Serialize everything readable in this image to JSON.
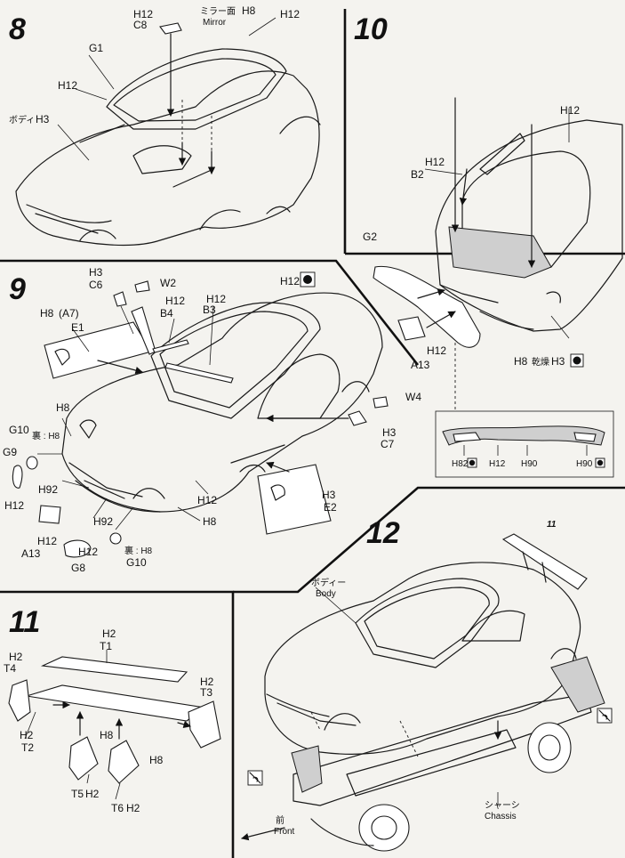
{
  "steps": {
    "s8": {
      "number": "8",
      "labels": {
        "c8": "C8",
        "c8_paint": "H12",
        "mirror_jp": "ミラー面",
        "mirror_paint": "H8",
        "mirror_en": "Mirror",
        "top_paint": "H12",
        "g1": "G1",
        "g1_paint": "H12",
        "body_jp": "ボディ",
        "body_paint": "H3"
      }
    },
    "s9": {
      "number": "9",
      "labels": {
        "c6_paint": "H3",
        "c6": "C6",
        "w2": "W2",
        "roof_paint": "H12",
        "e1_paint": "H8",
        "e1_paren": "(A7)",
        "e1": "E1",
        "b4_paint": "H12",
        "b4": "B4",
        "b3_paint": "H12",
        "b3": "B3",
        "w4": "W4",
        "c7_paint": "H3",
        "c7": "C7",
        "g10a": "G10",
        "g10a_back": "裏 : H8",
        "g9": "G9",
        "g9_paint": "H12",
        "light_paint": "H8",
        "h92a": "H92",
        "h92b": "H92",
        "e2_paint": "H3",
        "e2": "E2",
        "h12_sill": "H12",
        "h8_front": "H8",
        "a13_paint": "H12",
        "a13": "A13",
        "g8_paint": "H12",
        "g8": "G8",
        "g10b_back": "裏 : H8",
        "g10b": "G10"
      }
    },
    "s10": {
      "number": "10",
      "labels": {
        "h12_top": "H12",
        "b2_paint": "H12",
        "b2": "B2",
        "g2": "G2",
        "a13_paint": "H12",
        "a13": "A13",
        "dry_paint": "H8",
        "dry_jp": "乾燥",
        "dry_paint2": "H3",
        "inset_1": "H82",
        "inset_2": "H12",
        "inset_3": "H90",
        "inset_4": "H90"
      }
    },
    "s11": {
      "number": "11",
      "labels": {
        "t1_paint": "H2",
        "t1": "T1",
        "t4_paint": "H2",
        "t4": "T4",
        "t3_paint": "H2",
        "t3": "T3",
        "t2_paint": "H2",
        "t2": "T2",
        "h8a": "H8",
        "h8b": "H8",
        "t5": "T5",
        "t5_paint": "H2",
        "t6": "T6",
        "t6_paint": "H2"
      }
    },
    "s12": {
      "number": "12",
      "labels": {
        "ref11": "11",
        "body_jp": "ボディー",
        "body_en": "Body",
        "chassis_jp": "シャーシ",
        "chassis_en": "Chassis",
        "front_jp": "前",
        "front_en": "Front"
      }
    }
  }
}
